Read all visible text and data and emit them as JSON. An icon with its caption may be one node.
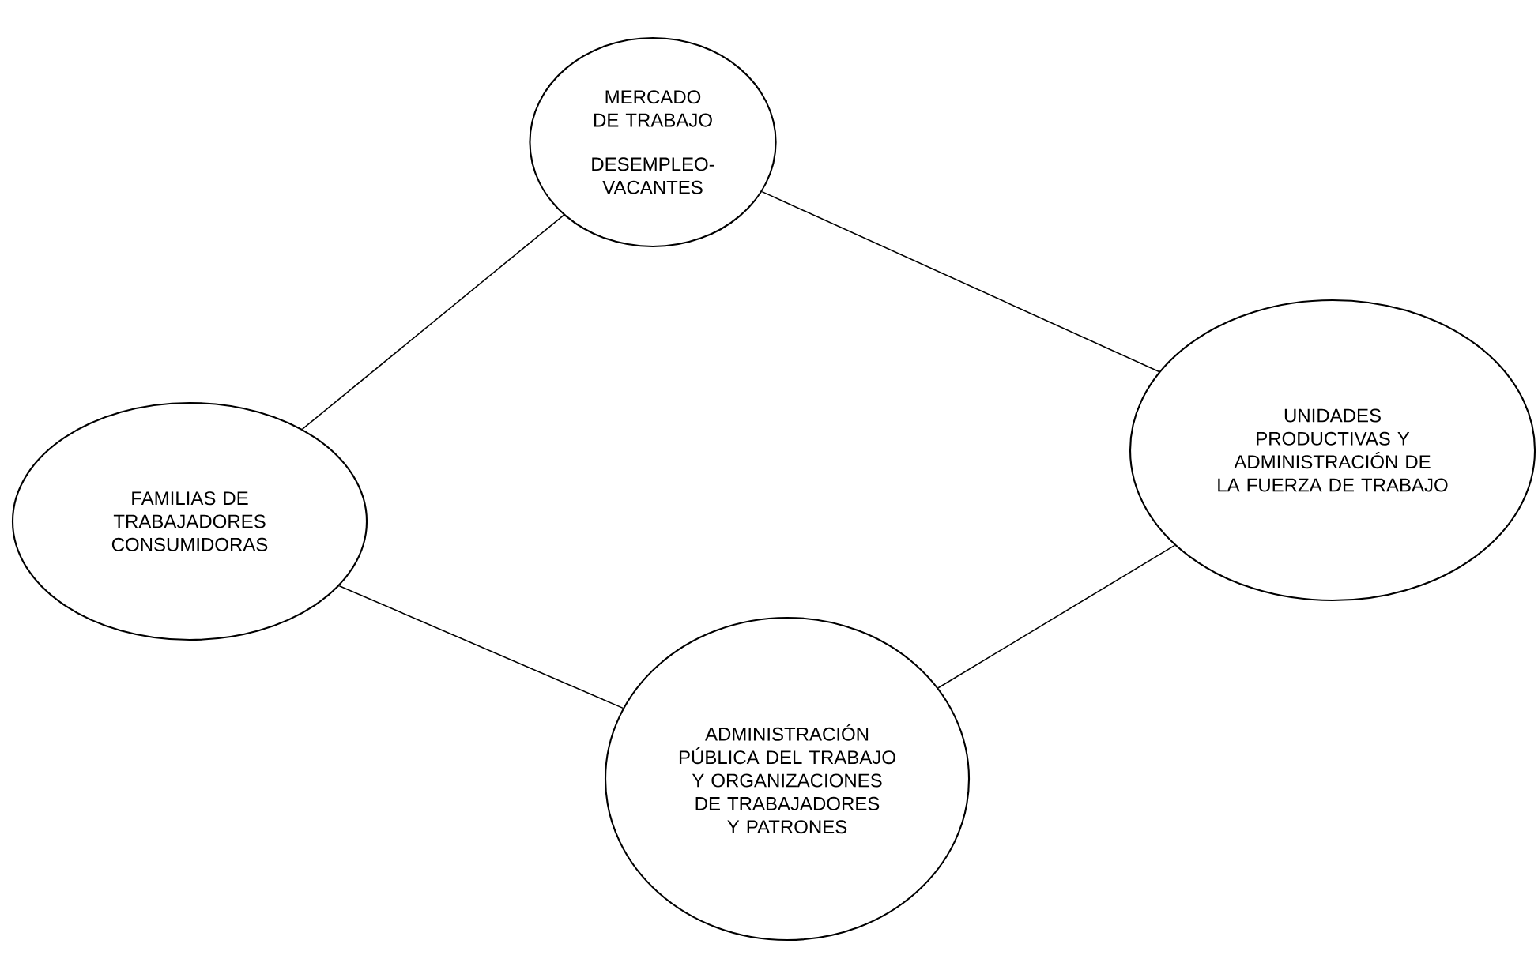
{
  "diagram": {
    "nodes": [
      {
        "text": [
          "MERCADO DE TRABAJO",
          "DESEMPLEO-VACANTES"
        ]
      },
      {
        "text": [
          "FAMILIAS DE TRABAJADORES CONSUMIDORAS"
        ]
      },
      {
        "text": [
          "UNIDADES PRODUCTIVAS Y ADMINISTRACIÓN DE LA FUERZA DE TRABAJO"
        ]
      },
      {
        "text": [
          "ADMINISTRACIÓN PÚBLICA DEL TRABAJO Y ORGANIZACIONES DE TRABAJADORES Y PATRONES"
        ]
      }
    ],
    "edges": [
      {
        "from": 0,
        "to": 1,
        "arrow": "none"
      },
      {
        "from": 0,
        "to": 2,
        "arrow": "none"
      },
      {
        "from": 1,
        "to": 3,
        "arrow": "none"
      },
      {
        "from": 3,
        "to": 2,
        "arrow": "none"
      }
    ]
  }
}
